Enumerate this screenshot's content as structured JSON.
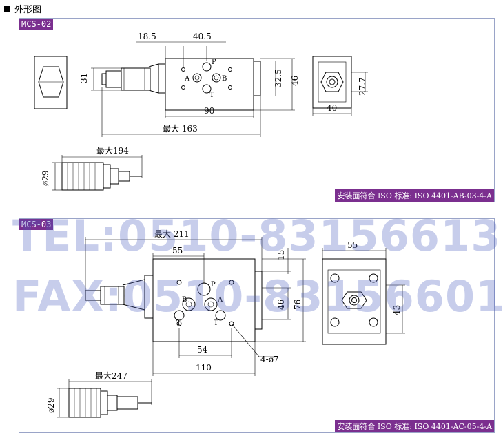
{
  "heading": "外形图",
  "panels": {
    "mcs02": {
      "tag": "MCS-02",
      "footer": "安装面符合 ISO 标准: ISO 4401-AB-03-4-A",
      "dims": {
        "d18_5": "18.5",
        "d40_5": "40.5",
        "d31": "31",
        "d32_5": "32.5",
        "d46": "46",
        "d90": "90",
        "d163": "最大 163",
        "d27_7": "27.7",
        "d40": "40",
        "d194": "最大194",
        "d29": "ø29"
      },
      "ports": {
        "p": "P",
        "a": "A",
        "b": "B",
        "t": "T"
      }
    },
    "mcs03": {
      "tag": "MCS-03",
      "footer": "安装面符合 ISO 标准: ISO 4401-AC-05-4-A",
      "dims": {
        "d211": "最大 211",
        "d55a": "55",
        "d15": "15",
        "d46": "46",
        "d76": "76",
        "d54": "54",
        "d110": "110",
        "d4_7": "4-ø7",
        "d55b": "55",
        "d43": "43",
        "d247": "最大247",
        "d29": "ø29"
      },
      "ports": {
        "p": "P",
        "a": "A",
        "b": "B",
        "t1": "T",
        "t2": "T"
      }
    }
  },
  "watermark": {
    "tel": "TEL:0510-83156613",
    "fax": "FAX:0510-83156601"
  },
  "colors": {
    "frame": "#9aa4c8",
    "tag_bg": "#7b2f8f",
    "watermark": "#465abe"
  }
}
